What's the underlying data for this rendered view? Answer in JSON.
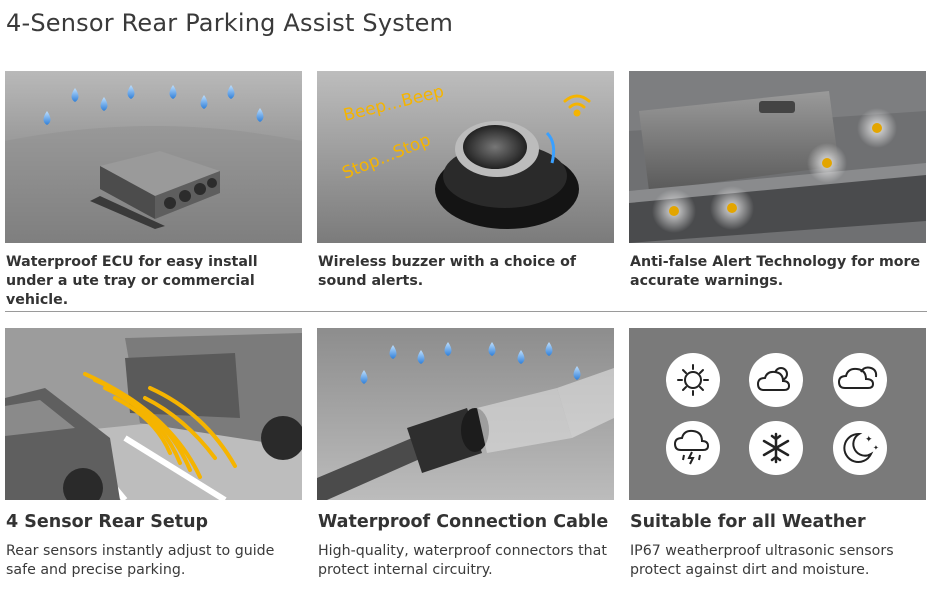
{
  "title": "4-Sensor Rear Parking Assist System",
  "top_row": [
    {
      "caption": "Waterproof ECU for easy install under a ute tray or commercial vehicle."
    },
    {
      "caption": "Wireless buzzer with a choice of sound alerts.",
      "beep_text": "Beep...Beep",
      "stop_text": "Stop...Stop"
    },
    {
      "caption": "Anti-false Alert Technology for more accurate warnings."
    }
  ],
  "bottom_row": [
    {
      "heading": "4 Sensor Rear Setup",
      "description": "Rear sensors instantly adjust to guide safe and precise parking."
    },
    {
      "heading": "Waterproof Connection Cable",
      "description": "High-quality, waterproof connectors that protect internal circuitry."
    },
    {
      "heading": "Suitable for all Weather",
      "description": "IP67 weatherproof ultrasonic sensors protect against dirt and moisture.",
      "weather_icons": [
        "sun-icon",
        "partly-cloudy-icon",
        "cloudy-icon",
        "thunderstorm-icon",
        "snowflake-icon",
        "night-icon"
      ]
    }
  ],
  "colors": {
    "accent_yellow": "#f5b400",
    "drop_blue": "#4a8fd8",
    "dark_gray": "#555555"
  }
}
